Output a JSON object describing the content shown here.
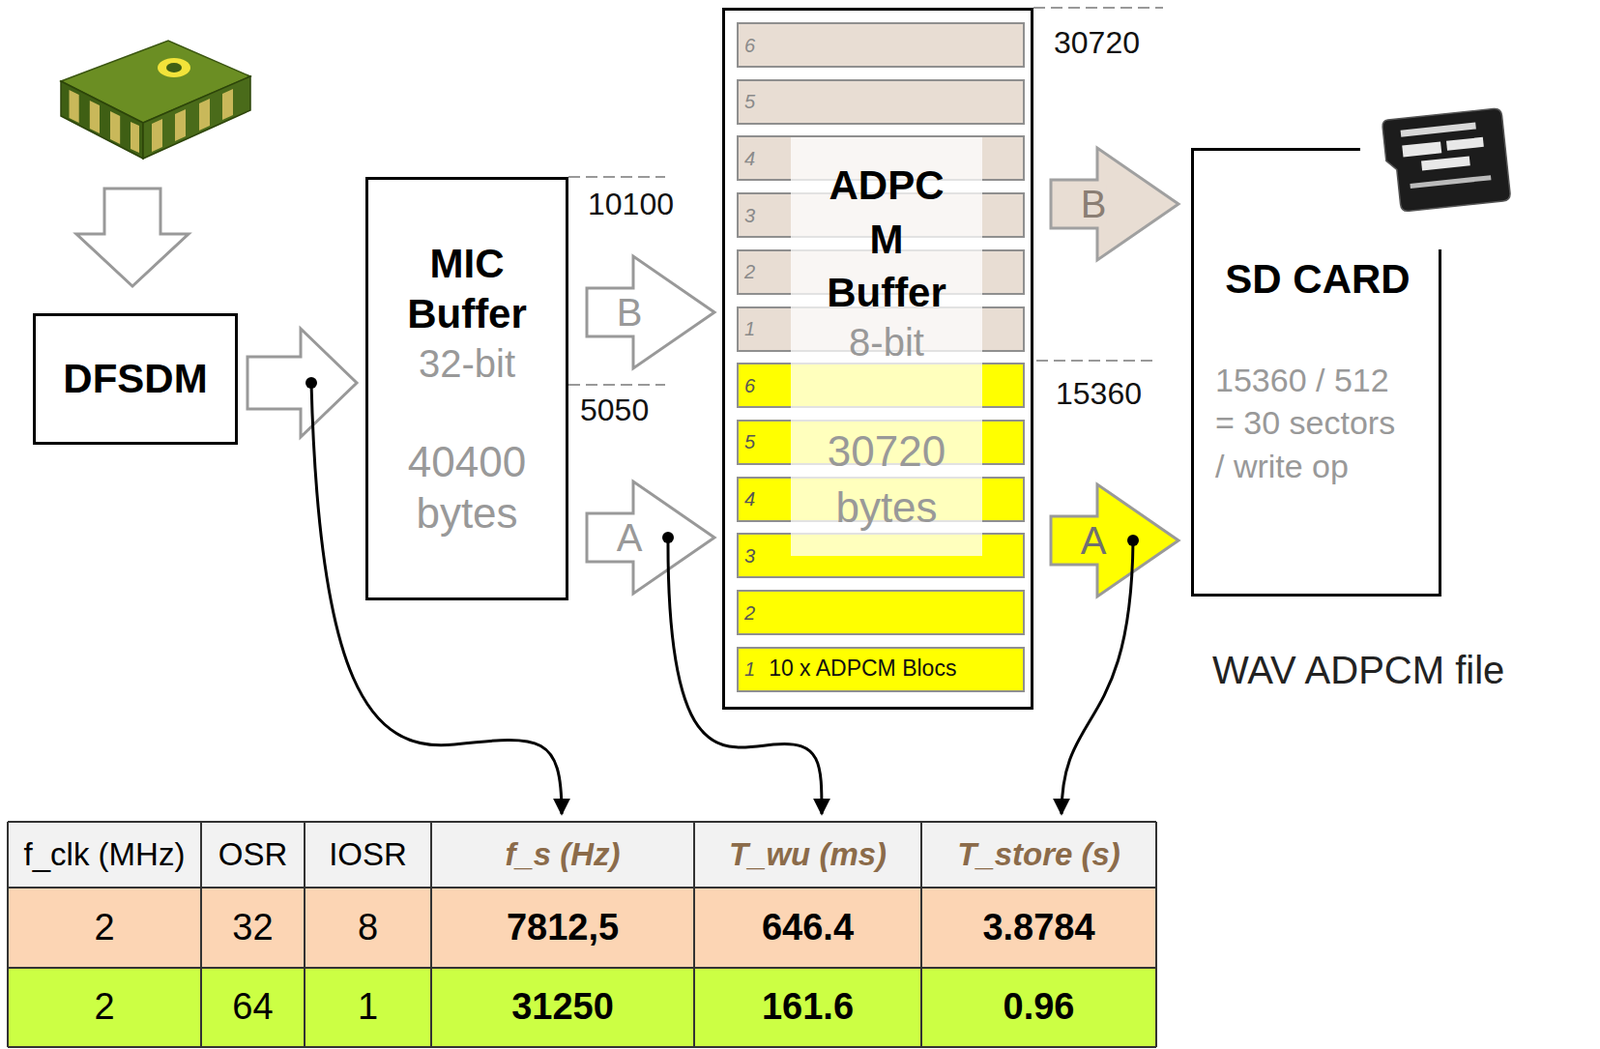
{
  "diagram": {
    "nodes": [
      {
        "text": [
          "DFSDM"
        ]
      },
      {
        "text": [
          "MIC Buffer",
          "32-bit",
          "40400 bytes"
        ]
      },
      {
        "text": [
          "ADPC M Buffer",
          "8-bit",
          "30720 bytes"
        ]
      },
      {
        "text": [
          "6"
        ],
        "in": 2
      },
      {
        "text": [
          "5"
        ],
        "in": 2
      },
      {
        "text": [
          "4"
        ],
        "in": 2
      },
      {
        "text": [
          "3"
        ],
        "in": 2
      },
      {
        "text": [
          "2"
        ],
        "in": 2
      },
      {
        "text": [
          "1"
        ],
        "in": 2
      },
      {
        "text": [
          "6"
        ],
        "in": 2
      },
      {
        "text": [
          "5"
        ],
        "in": 2
      },
      {
        "text": [
          "4"
        ],
        "in": 2
      },
      {
        "text": [
          "3"
        ],
        "in": 2
      },
      {
        "text": [
          "2"
        ],
        "in": 2
      },
      {
        "text": [
          "1",
          "10 x ADPCM Blocs"
        ],
        "in": 2
      },
      {
        "text": [
          "SD CARD",
          "15360 / 512 = 30 sectors / write op"
        ]
      }
    ],
    "edges": [
      {
        "from": 0,
        "to": 1,
        "arrow": "to"
      },
      {
        "from": 1,
        "to": 2,
        "label": "B",
        "arrow": "to"
      },
      {
        "from": 1,
        "to": 2,
        "label": "A",
        "arrow": "to"
      },
      {
        "from": 2,
        "to": 15,
        "label": "B",
        "arrow": "to"
      },
      {
        "from": 2,
        "to": 15,
        "label": "A",
        "arrow": "to"
      }
    ],
    "labels": [
      "10100",
      "5050",
      "30720",
      "15360",
      "WAV ADPCM file",
      "f_clk (MHz)",
      "OSR",
      "IOSR",
      "f_s (Hz)",
      "T_wu (ms)",
      "T_store (s)",
      "2",
      "32",
      "8",
      "7812,5",
      "646.4",
      "3.8784",
      "2",
      "64",
      "1",
      "31250",
      "161.6",
      "0.96"
    ]
  }
}
